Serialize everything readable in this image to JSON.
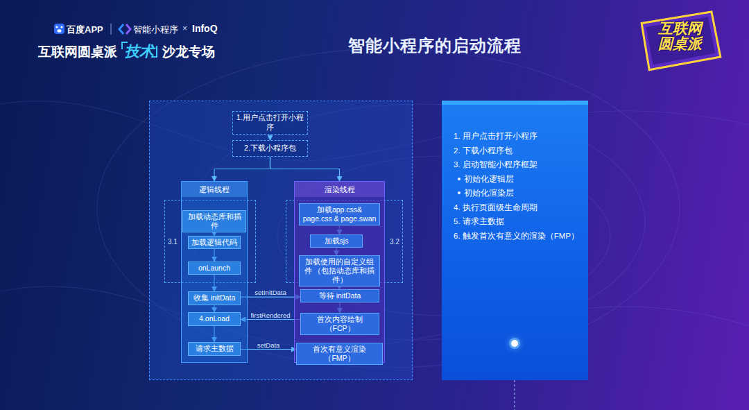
{
  "diagram": {
    "title": "智能小程序的启动流程",
    "nodes": [
      {
        "text": [
          "1.用户点击打开小程序"
        ]
      },
      {
        "text": [
          "2.下载小程序包"
        ]
      },
      {
        "text": [
          "逻辑线程"
        ]
      },
      {
        "text": [
          "加载动态库和插件"
        ],
        "in": 2
      },
      {
        "text": [
          "加载逻辑代码"
        ],
        "in": 2
      },
      {
        "text": [
          "onLaunch"
        ],
        "in": 2
      },
      {
        "text": [
          "收集 initData"
        ],
        "in": 2
      },
      {
        "text": [
          "4.onLoad"
        ],
        "in": 2
      },
      {
        "text": [
          "请求主数据"
        ],
        "in": 2
      },
      {
        "text": [
          "渲染线程"
        ]
      },
      {
        "text": [
          "加载app.css& page.css & page.swan"
        ],
        "in": 9
      },
      {
        "text": [
          "加载sjs"
        ],
        "in": 9
      },
      {
        "text": [
          "加载使用的自定义组件 （包括动态库和插件）"
        ],
        "in": 9
      },
      {
        "text": [
          "等待 initData"
        ],
        "in": 9
      },
      {
        "text": [
          "首次内容绘制（FCP）"
        ],
        "in": 9
      },
      {
        "text": [
          "首次有意义渲染（FMP）"
        ],
        "in": 9
      },
      {
        "text": [
          "3.1"
        ]
      },
      {
        "text": [
          "3.2"
        ]
      },
      {
        "text": [
          "1. 用户点击打开小程序",
          "2. 下载小程序包",
          "3. 启动智能小程序框架",
          "初始化逻辑层",
          "初始化渲染层",
          "4. 执行页面级生命周期",
          "5. 请求主数据",
          "6. 触发首次有意义的渲染（FMP）"
        ]
      }
    ],
    "edges": [
      {
        "from": 0,
        "to": 1,
        "arrow": "to"
      },
      {
        "from": 1,
        "to": 2,
        "arrow": "to"
      },
      {
        "from": 1,
        "to": 9,
        "arrow": "to"
      },
      {
        "from": 3,
        "to": 4,
        "arrow": "to"
      },
      {
        "from": 4,
        "to": 5,
        "arrow": "to"
      },
      {
        "from": 5,
        "to": 6,
        "arrow": "to"
      },
      {
        "from": 6,
        "to": 7,
        "arrow": "to"
      },
      {
        "from": 7,
        "to": 8,
        "arrow": "to"
      },
      {
        "from": 10,
        "to": 11,
        "arrow": "to"
      },
      {
        "from": 11,
        "to": 12,
        "arrow": "to"
      },
      {
        "from": 12,
        "to": 13,
        "arrow": "to"
      },
      {
        "from": 13,
        "to": 14,
        "arrow": "to"
      },
      {
        "from": 6,
        "to": 13,
        "label": "setInitData",
        "arrow": "to"
      },
      {
        "from": 14,
        "to": 7,
        "label": "firstRendered",
        "arrow": "to"
      },
      {
        "from": 8,
        "to": 15,
        "label": "setData",
        "arrow": "to"
      }
    ],
    "labels": [
      "百度APP",
      "智能小程序",
      "×",
      "InfoQ",
      "互联网圆桌派",
      "技术",
      "沙龙专场",
      "互联网圆桌派"
    ]
  }
}
